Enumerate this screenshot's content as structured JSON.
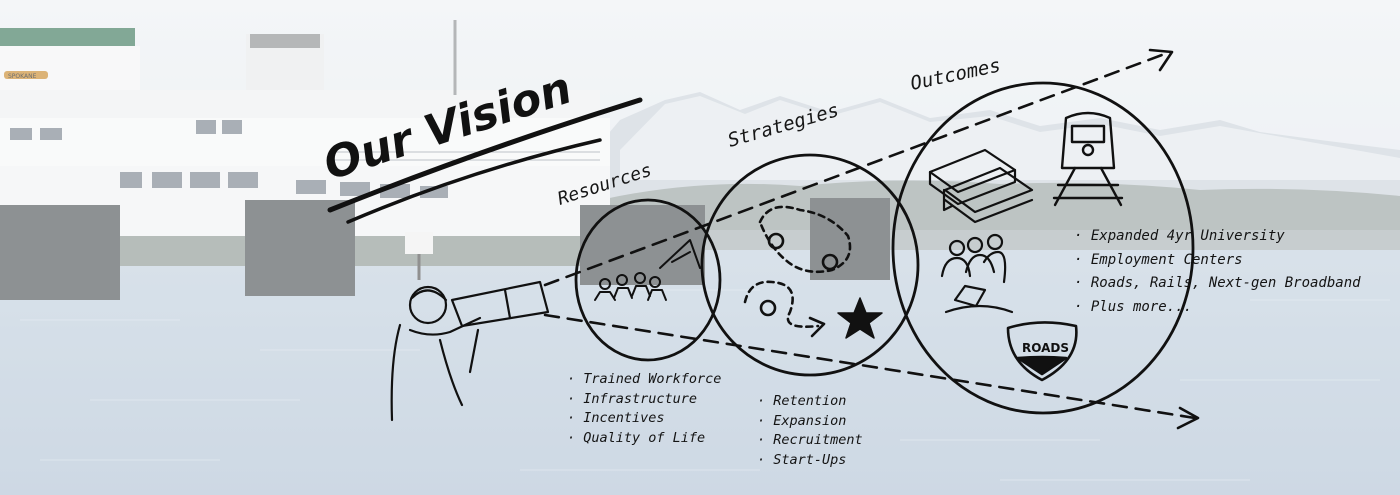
{
  "title": "Our Vision",
  "stages": {
    "resources": "Resources",
    "strategies": "Strategies",
    "outcomes": "Outcomes"
  },
  "resources_list": [
    "Trained Workforce",
    "Infrastructure",
    "Incentives",
    "Quality of Life"
  ],
  "strategies_list": [
    "Retention",
    "Expansion",
    "Recruitment",
    "Start-Ups"
  ],
  "outcomes_list": [
    "Expanded 4yr University",
    "Employment Centers",
    "Roads, Rails, Next-gen Broadband",
    "Plus more..."
  ],
  "ferry_nameplate": "SPOKANE",
  "roads_sign": "ROADS",
  "colors": {
    "ink": "#141414",
    "sky": "#eef2f6",
    "water": "#b9c9da",
    "mountain": "#c7cfd8"
  },
  "icons": [
    "ferry-image",
    "telescope-person-icon",
    "crowd-icon",
    "paths-icon",
    "star-icon",
    "books-icon",
    "train-icon",
    "people-icon",
    "roads-sign-icon"
  ]
}
